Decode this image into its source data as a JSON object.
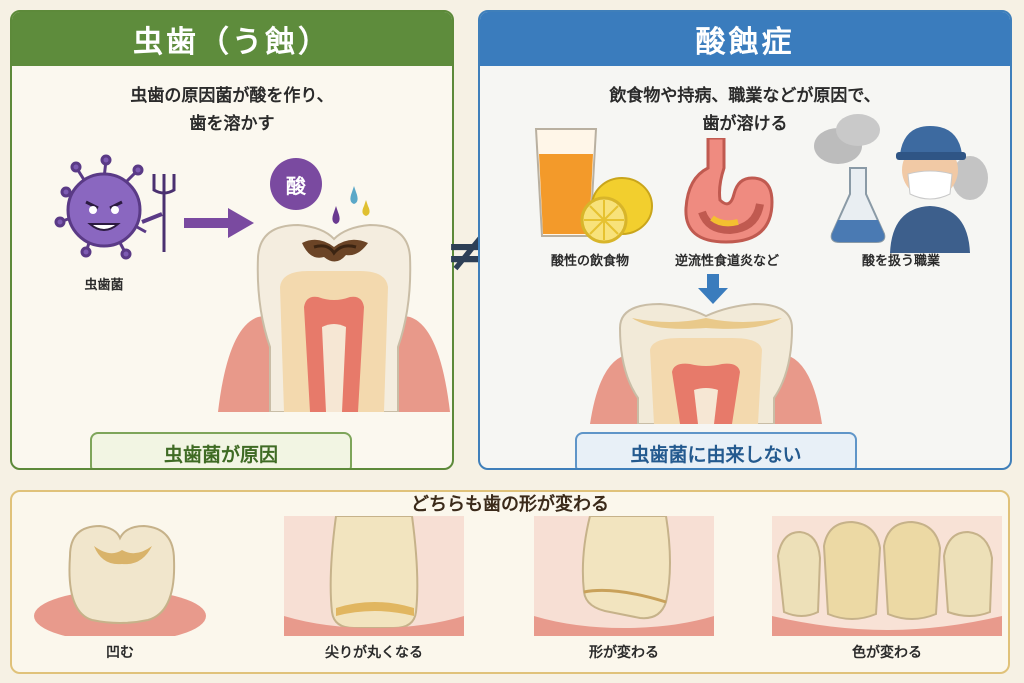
{
  "left": {
    "title": "虫歯（う蝕）",
    "desc_line1": "虫歯の原因菌が酸を作り、",
    "desc_line2": "歯を溶かす",
    "germ_label": "虫歯菌",
    "acid_badge": "酸",
    "cause": "虫歯菌が原因",
    "colors": {
      "header": "#5e8c3c",
      "cause_text": "#3f6b24"
    }
  },
  "right": {
    "title": "酸蝕症",
    "desc_line1": "飲食物や持病、職業などが原因で、",
    "desc_line2": "歯が溶ける",
    "causes": [
      {
        "label": "酸性の飲食物",
        "icon": "juice-lemon-icon"
      },
      {
        "label": "逆流性食道炎など",
        "icon": "stomach-icon"
      },
      {
        "label": "酸を扱う職業",
        "icon": "worker-flask-icon"
      }
    ],
    "cause": "虫歯菌に由来しない",
    "colors": {
      "header": "#3a7cbd",
      "cause_text": "#245a8f"
    }
  },
  "not_equal_symbol": "≠",
  "bottom": {
    "title": "どちらも歯の形が変わる",
    "items": [
      {
        "label": "凹む",
        "icon": "dented-molar-icon"
      },
      {
        "label": "尖りが丸くなる",
        "icon": "rounded-incisor-icon"
      },
      {
        "label": "形が変わる",
        "icon": "misshapen-incisor-icon"
      },
      {
        "label": "色が変わる",
        "icon": "discolored-teeth-icon"
      }
    ]
  }
}
